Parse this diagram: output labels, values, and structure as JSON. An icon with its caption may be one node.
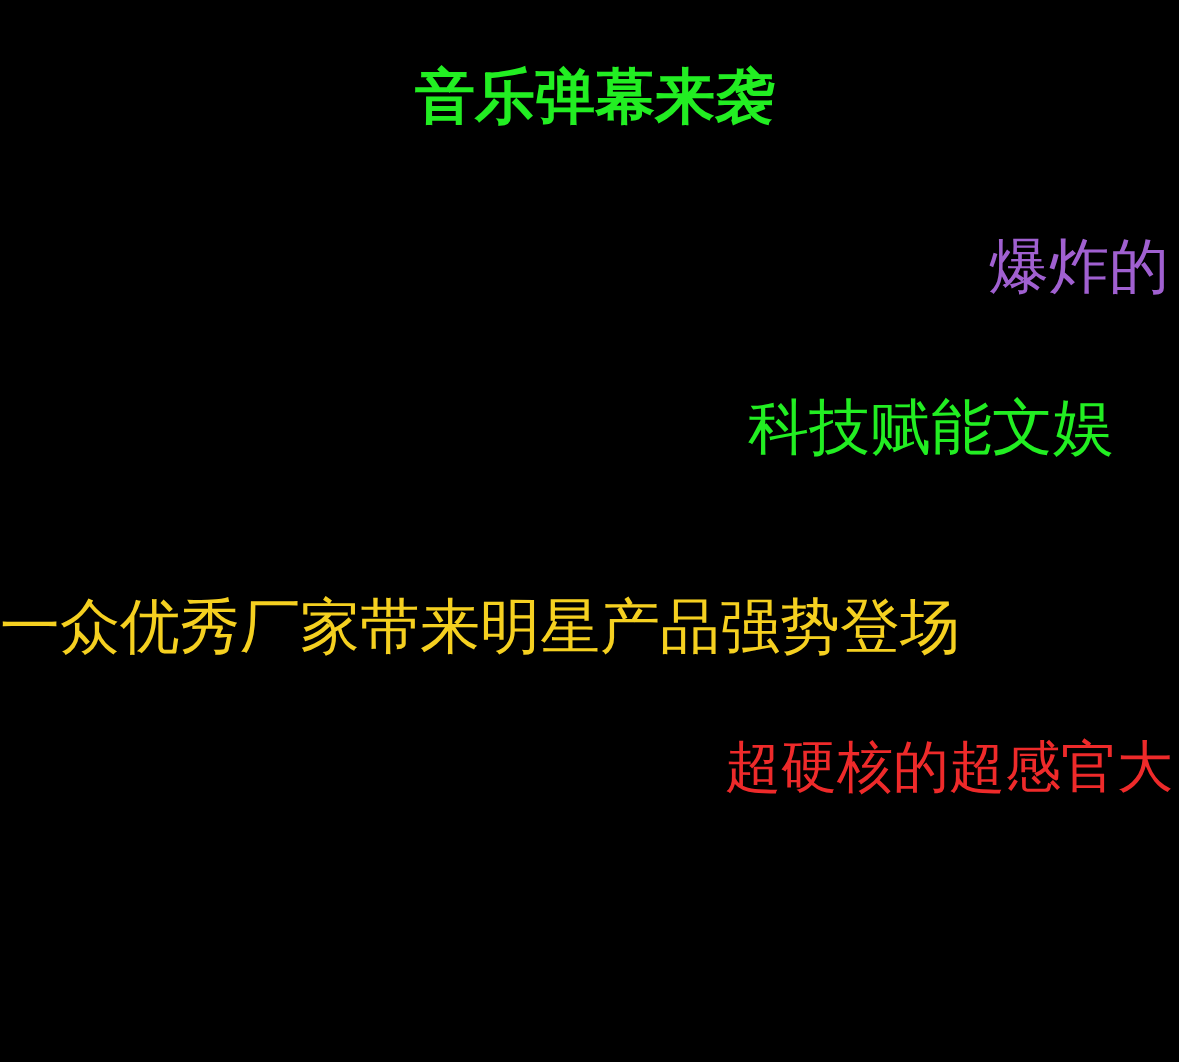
{
  "diagram": {
    "title": "音乐弹幕来袭",
    "labels": [
      "爆炸的",
      "科技赋能文娱",
      "一众优秀厂家带来明星产品强势登场",
      "超硬核的超感官大"
    ]
  }
}
